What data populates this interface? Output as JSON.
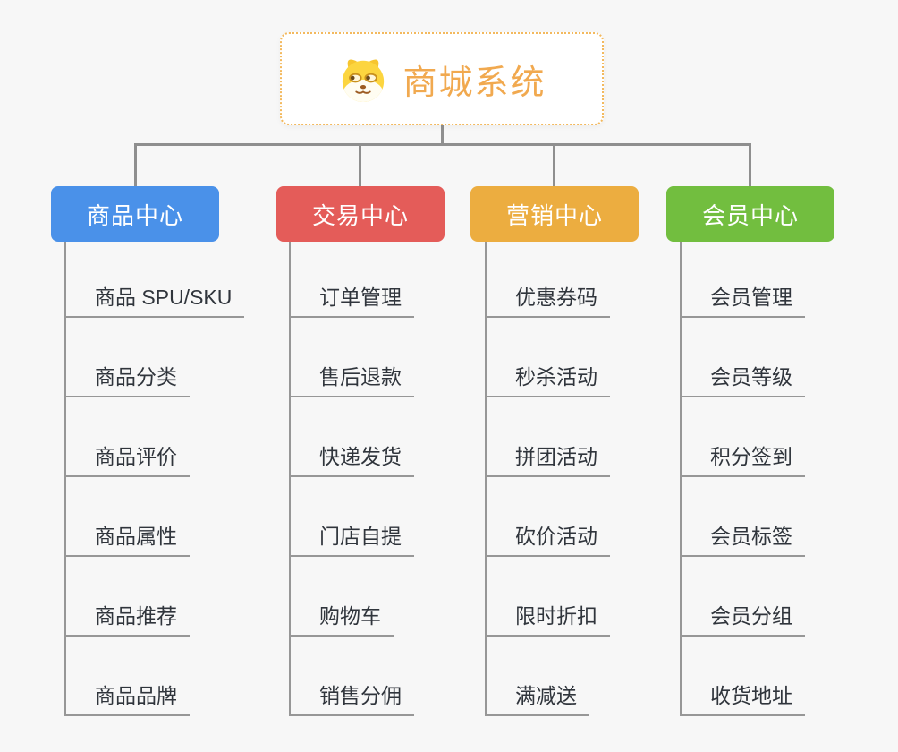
{
  "page": {
    "background": "#f7f7f7",
    "connector_color": "#8f8f8f",
    "leaf_line_color": "#979797"
  },
  "root": {
    "title": "商城系统",
    "icon": "doge-face-icon",
    "title_color": "#f1a94f",
    "border_color": "#f3b95e",
    "background": "#ffffff"
  },
  "branches": [
    {
      "label": "商品中心",
      "color": "#4a91e9",
      "children": [
        "商品 SPU/SKU",
        "商品分类",
        "商品评价",
        "商品属性",
        "商品推荐",
        "商品品牌"
      ]
    },
    {
      "label": "交易中心",
      "color": "#e45c59",
      "children": [
        "订单管理",
        "售后退款",
        "快递发货",
        "门店自提",
        "购物车",
        "销售分佣"
      ]
    },
    {
      "label": "营销中心",
      "color": "#ecad40",
      "children": [
        "优惠券码",
        "秒杀活动",
        "拼团活动",
        "砍价活动",
        "限时折扣",
        "满减送"
      ]
    },
    {
      "label": "会员中心",
      "color": "#72be3f",
      "children": [
        "会员管理",
        "会员等级",
        "积分签到",
        "会员标签",
        "会员分组",
        "收货地址"
      ]
    }
  ]
}
